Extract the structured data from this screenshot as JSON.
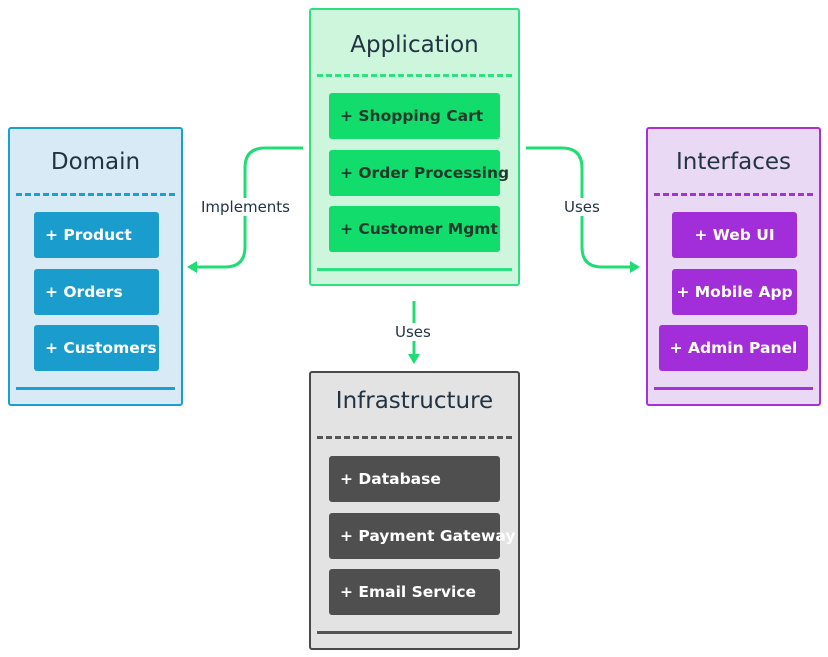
{
  "packages": {
    "domain": {
      "title": "Domain",
      "items": [
        "+ Product",
        "+ Orders",
        "+ Customers"
      ],
      "color": "#1b9fd0"
    },
    "application": {
      "title": "Application",
      "items": [
        "+ Shopping Cart",
        "+ Order Processing",
        "+ Customer Mgmt"
      ],
      "color": "#2ee07f"
    },
    "interfaces": {
      "title": "Interfaces",
      "items": [
        "+ Web UI",
        "+ Mobile App",
        "+ Admin Panel"
      ],
      "color": "#a432d8"
    },
    "infrastructure": {
      "title": "Infrastructure",
      "items": [
        "+ Database",
        "+ Payment Gateway",
        "+ Email Service"
      ],
      "color": "#4a4a4a"
    }
  },
  "connections": {
    "implements": "Implements",
    "uses_interfaces": "Uses",
    "uses_infrastructure": "Uses"
  },
  "connector_color": "#1fdc74"
}
